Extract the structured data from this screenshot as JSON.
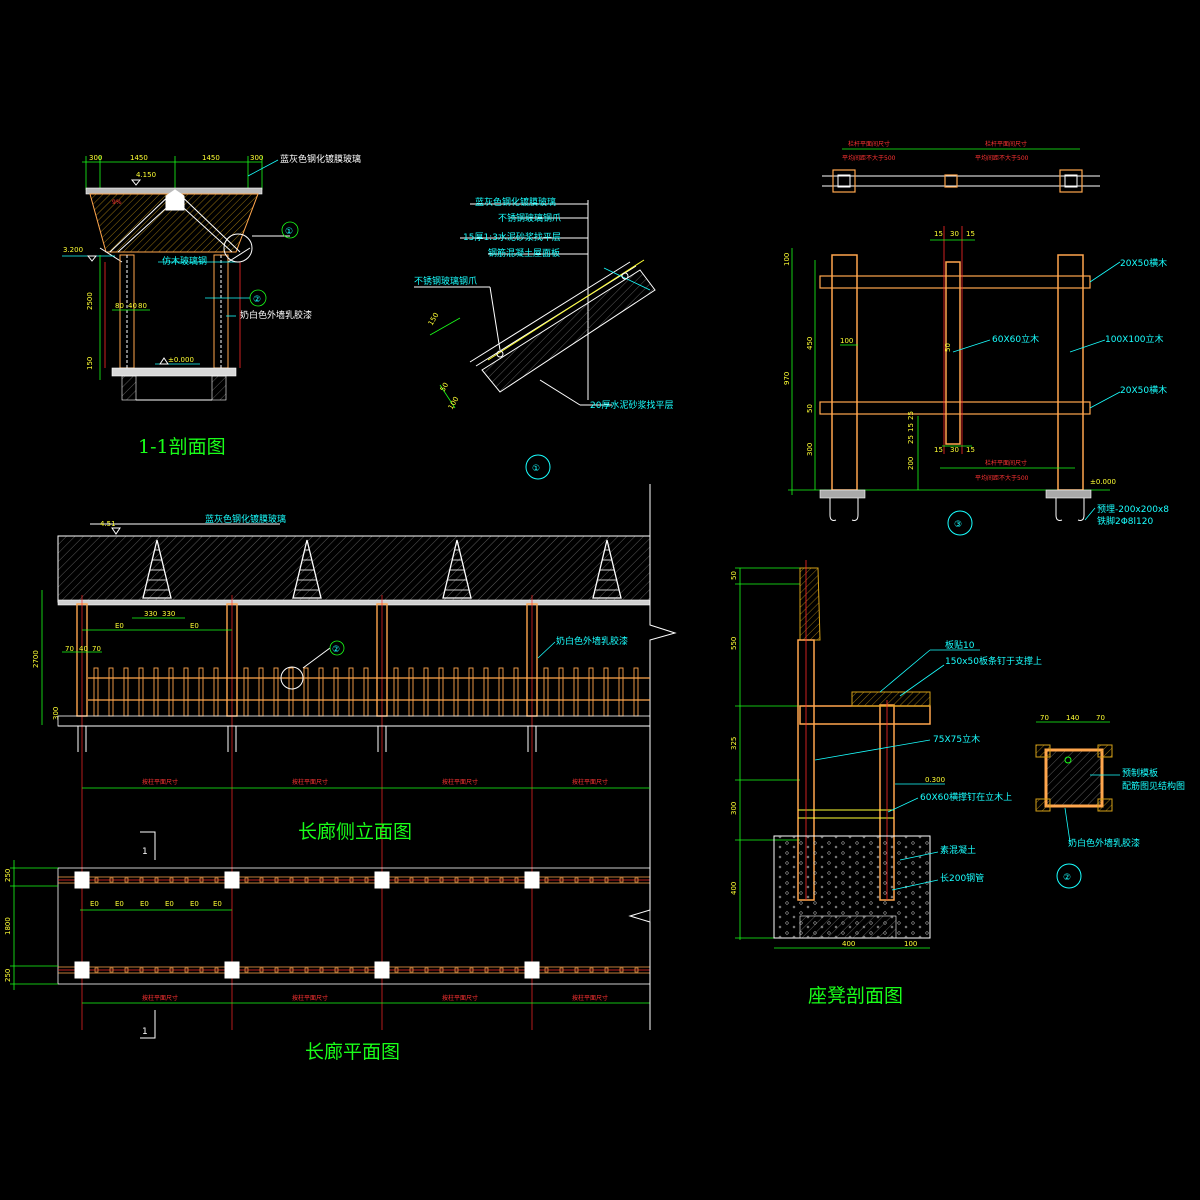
{
  "drawings": {
    "section_1_1": {
      "title": "1-1剖面图",
      "notes": [
        "蓝灰色钢化镀膜玻璃",
        "仿木玻璃钢",
        "奶白色外墙乳胶漆"
      ],
      "dims_top": [
        "300",
        "1450",
        "1450",
        "300"
      ],
      "level_top": "4.150",
      "level_eave": "3.200",
      "level_floor": "±0.000",
      "dims_left": [
        "2500",
        "150"
      ],
      "dims_col": [
        "80",
        "40",
        "80"
      ],
      "callouts": [
        "①",
        "②"
      ]
    },
    "detail_1": {
      "label": "①",
      "notes": [
        "蓝灰色钢化镀膜玻璃",
        "不锈钢玻璃钢爪",
        "15厚1:3水泥砂浆找平层",
        "钢筋混凝土屋面板",
        "不锈钢玻璃钢爪",
        "20厚水泥砂浆找平层"
      ],
      "dims": [
        "150",
        "50",
        "100"
      ]
    },
    "detail_3": {
      "label": "③",
      "top_notes": [
        "栏杆平面间尺寸",
        "栏杆平面间尺寸",
        "平均间距不大于500",
        "平均间距不大于500"
      ],
      "notes": [
        "20X50横木",
        "60X60立木",
        "100X100立木",
        "20X50横木"
      ],
      "dims_top": [
        "15",
        "30",
        "15"
      ],
      "dims_left": [
        "100",
        "450",
        "50",
        "300",
        "970"
      ],
      "dims_mid": [
        "100",
        "50",
        "25",
        "15",
        "25",
        "200",
        "15",
        "30",
        "15"
      ],
      "level": "±0.000",
      "bottom_notes": [
        "栏杆平面间尺寸",
        "平均间距不大于500"
      ],
      "embed_notes": [
        "预埋-200x200x8",
        "铁脚2Φ8l120"
      ]
    },
    "elevation": {
      "title": "长廊侧立面图",
      "top_note": "蓝灰色钢化镀膜玻璃",
      "level": "4.51",
      "dims_left": [
        "2700",
        "300"
      ],
      "dims_col": [
        "330",
        "330"
      ],
      "dims_e": [
        "E0",
        "E0"
      ],
      "dims_small": [
        "70",
        "40",
        "70"
      ],
      "note": "奶白色外墙乳胶漆",
      "callout": "②",
      "bays": [
        "按柱平面尺寸",
        "按柱平面尺寸",
        "按柱平面尺寸",
        "按柱平面尺寸"
      ]
    },
    "plan": {
      "title": "长廊平面图",
      "section_mark": "1",
      "dims_left": [
        "250",
        "1800",
        "250"
      ],
      "dims_e": [
        "E0",
        "E0",
        "E0",
        "E0",
        "E0",
        "E0"
      ],
      "bays": [
        "按柱平面尺寸",
        "按柱平面尺寸",
        "按柱平面尺寸",
        "按柱平面尺寸"
      ]
    },
    "bench": {
      "title": "座凳剖面图",
      "notes": [
        "板贴10",
        "150x50板条钉于支撑上",
        "75X75立木",
        "60X60横撑钉在立木上",
        "素混凝土",
        "长200钢管"
      ],
      "dims_left": [
        "50",
        "550",
        "325",
        "300",
        "400"
      ],
      "level": "0.300",
      "dims_bottom": [
        "400",
        "100"
      ]
    },
    "detail_2": {
      "label": "②",
      "dims_top": [
        "70",
        "140",
        "70"
      ],
      "notes": [
        "预制模板",
        "配筋图见结构图",
        "奶白色外墙乳胶漆"
      ]
    }
  }
}
